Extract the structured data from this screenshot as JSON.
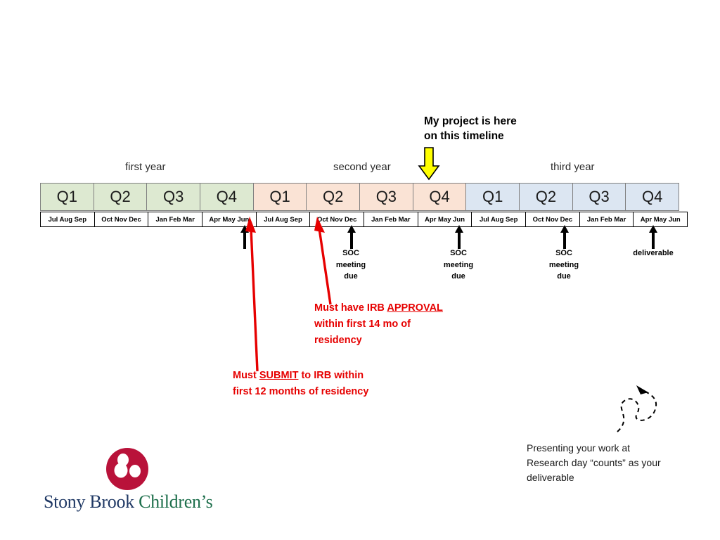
{
  "project_callout": {
    "text": "My project is here\non this timeline",
    "arrow_icon": "down-arrow-icon",
    "arrow_color": "#ffff00"
  },
  "timeline": {
    "year_labels": [
      "first year",
      "second year",
      "third year"
    ],
    "colors": {
      "first_year": "#dde9d1",
      "second_year": "#fae3d5",
      "third_year": "#dce6f2",
      "border": "#808080"
    },
    "quarters": [
      {
        "quarter": "Q1",
        "months": "Jul Aug Sep",
        "year": "first year",
        "color": "#dde9d1"
      },
      {
        "quarter": "Q2",
        "months": "Oct Nov Dec",
        "year": "first year",
        "color": "#dde9d1"
      },
      {
        "quarter": "Q3",
        "months": "Jan Feb Mar",
        "year": "first year",
        "color": "#dde9d1"
      },
      {
        "quarter": "Q4",
        "months": "Apr May Jun",
        "year": "first year",
        "color": "#dde9d1"
      },
      {
        "quarter": "Q1",
        "months": "Jul Aug Sep",
        "year": "second year",
        "color": "#fae3d5"
      },
      {
        "quarter": "Q2",
        "months": "Oct Nov Dec",
        "year": "second year",
        "color": "#fae3d5"
      },
      {
        "quarter": "Q3",
        "months": "Jan Feb Mar",
        "year": "second year",
        "color": "#fae3d5"
      },
      {
        "quarter": "Q4",
        "months": "Apr May Jun",
        "year": "second year",
        "color": "#fae3d5"
      },
      {
        "quarter": "Q1",
        "months": "Jul Aug Sep",
        "year": "third year",
        "color": "#dce6f2"
      },
      {
        "quarter": "Q2",
        "months": "Oct Nov Dec",
        "year": "third year",
        "color": "#dce6f2"
      },
      {
        "quarter": "Q3",
        "months": "Jan Feb Mar",
        "year": "third year",
        "color": "#dce6f2"
      },
      {
        "quarter": "Q4",
        "months": "Apr May Jun",
        "year": "third year",
        "color": "#dce6f2"
      }
    ]
  },
  "milestones": [
    {
      "label": "",
      "arrow_icon": "up-arrow-icon",
      "arrow_color": "#000000"
    },
    {
      "label": "SOC\nmeeting\ndue",
      "arrow_icon": "up-arrow-icon",
      "arrow_color": "#000000"
    },
    {
      "label": "SOC\nmeeting\ndue",
      "arrow_icon": "up-arrow-icon",
      "arrow_color": "#000000"
    },
    {
      "label": "SOC\nmeeting\ndue",
      "arrow_icon": "up-arrow-icon",
      "arrow_color": "#000000"
    },
    {
      "label": "deliverable",
      "arrow_icon": "up-arrow-icon",
      "arrow_color": "#000000"
    }
  ],
  "red_notes": {
    "color": "#e60000",
    "approval": {
      "line1_before": "Must have IRB ",
      "line1_underlined": "APPROVAL",
      "line2": "within first 14 mo of",
      "line3": "residency",
      "arrow_icon": "red-pointer-arrow-icon"
    },
    "submit": {
      "line1_before": "Must ",
      "line1_underlined": "SUBMIT",
      "line1_after": " to IRB within",
      "line2": "first 12 months of residency",
      "arrow_icon": "red-pointer-arrow-icon"
    }
  },
  "deliverable_note": {
    "text": "Presenting your work at\nResearch day “counts” as your\ndeliverable",
    "arrow_icon": "curved-dashed-arrow-icon"
  },
  "logo": {
    "mark_icon": "balloons-circle-icon",
    "mark_color": "#b9123a",
    "word1": "Stony Brook",
    "word1_color": "#1f3864",
    "word2": "Children’s",
    "word2_color": "#1e6f4c"
  }
}
